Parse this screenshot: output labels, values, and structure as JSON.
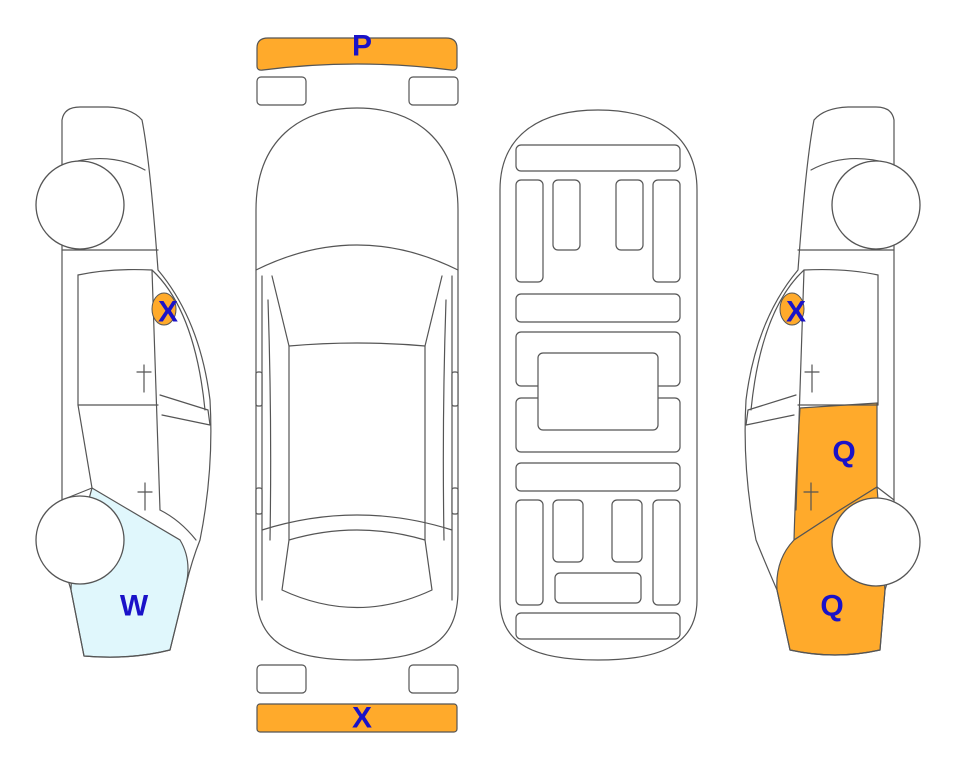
{
  "colors": {
    "damage_orange": "#FFAA2B",
    "damage_light_blue": "#E0F7FC",
    "label_blue": "#1A12C8",
    "outline": "#555555"
  },
  "marks": {
    "front_bumper": "P",
    "rear_bumper": "X",
    "left_front_area": "X",
    "left_rear_quarter": "W",
    "right_front_area": "X",
    "right_rear_door": "Q",
    "right_rear_quarter": "Q"
  }
}
